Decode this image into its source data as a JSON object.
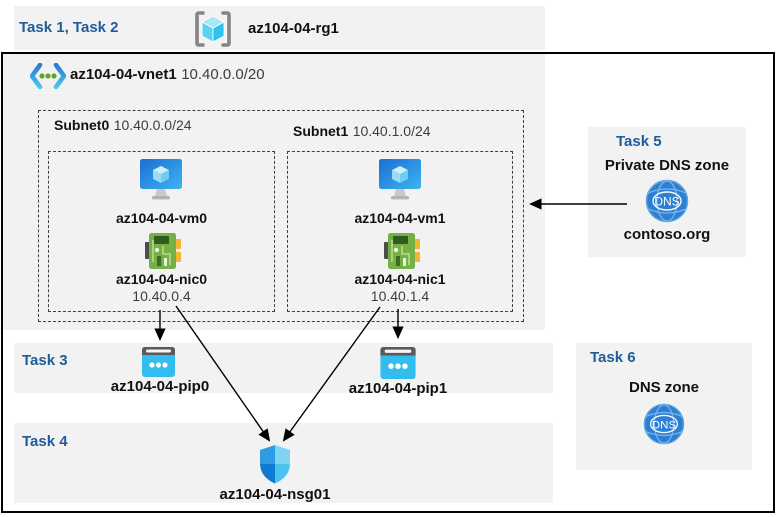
{
  "colors": {
    "task_heading": "#1F5C99",
    "band_bg": "#F2F2F2",
    "frame_border": "#000000",
    "azure_blue": "#1E88D4",
    "cyan_accent": "#33BDEE",
    "nic_green": "#74B044",
    "dns_blue": "#2D7FD4"
  },
  "header": {
    "task_label": "Task 1, Task 2",
    "resource_group": "az104-04-rg1"
  },
  "vnet": {
    "name": "az104-04-vnet1",
    "cidr": "10.40.0.0/20",
    "subnets": [
      {
        "name": "Subnet0",
        "cidr": "10.40.0.0/24",
        "vm": "az104-04-vm0",
        "nic": "az104-04-nic0",
        "ip": "10.40.0.4"
      },
      {
        "name": "Subnet1",
        "cidr": "10.40.1.0/24",
        "vm": "az104-04-vm1",
        "nic": "az104-04-nic1",
        "ip": "10.40.1.4"
      }
    ]
  },
  "task3": {
    "label": "Task 3",
    "pips": [
      {
        "name": "az104-04-pip0"
      },
      {
        "name": "az104-04-pip1"
      }
    ]
  },
  "task4": {
    "label": "Task 4",
    "nsg": "az104-04-nsg01"
  },
  "task5": {
    "label": "Task 5",
    "title": "Private DNS zone",
    "zone_name": "contoso.org",
    "dns_icon_text": "DNS"
  },
  "task6": {
    "label": "Task 6",
    "title": "DNS zone",
    "dns_icon_text": "DNS"
  }
}
